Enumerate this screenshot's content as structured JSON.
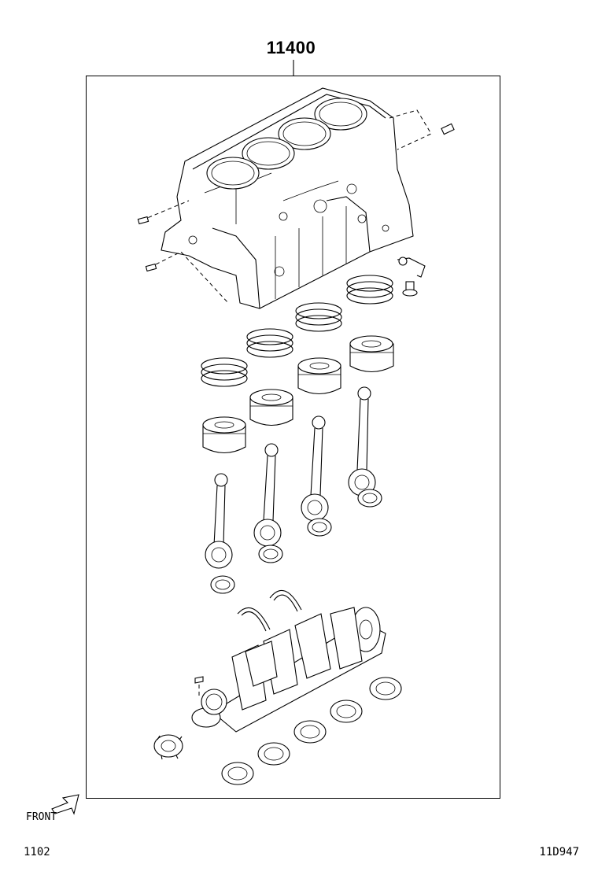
{
  "diagram": {
    "part_number": "11400",
    "direction_label": "FRONT",
    "ref_left": "1102",
    "ref_right": "11D947"
  }
}
